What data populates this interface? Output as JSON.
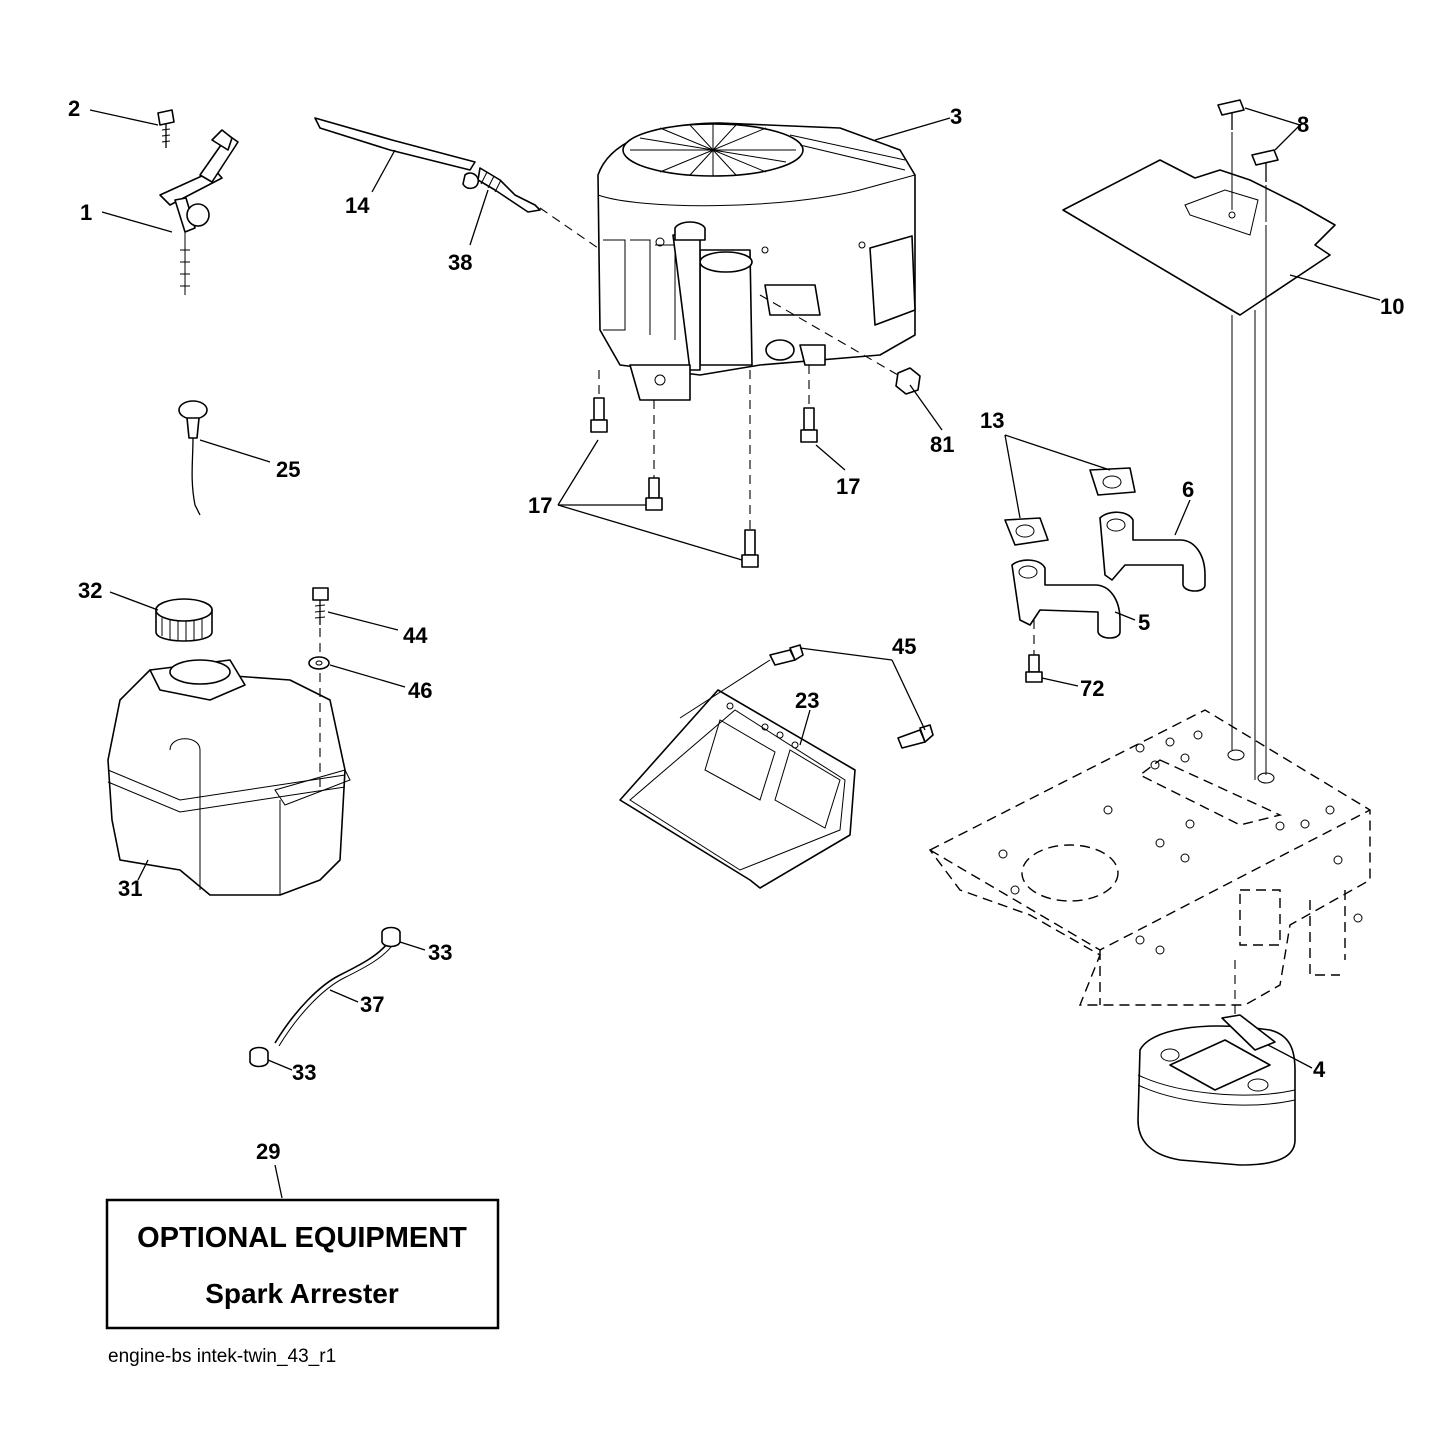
{
  "callouts": [
    "1",
    "2",
    "3",
    "4",
    "5",
    "6",
    "8",
    "10",
    "13",
    "14",
    "17",
    "17",
    "23",
    "25",
    "29",
    "31",
    "32",
    "33",
    "33",
    "37",
    "38",
    "44",
    "45",
    "46",
    "72",
    "81"
  ],
  "optional_box": {
    "title": "OPTIONAL EQUIPMENT",
    "subtitle": "Spark Arrester"
  },
  "footer_code": "engine-bs intek-twin_43_r1"
}
